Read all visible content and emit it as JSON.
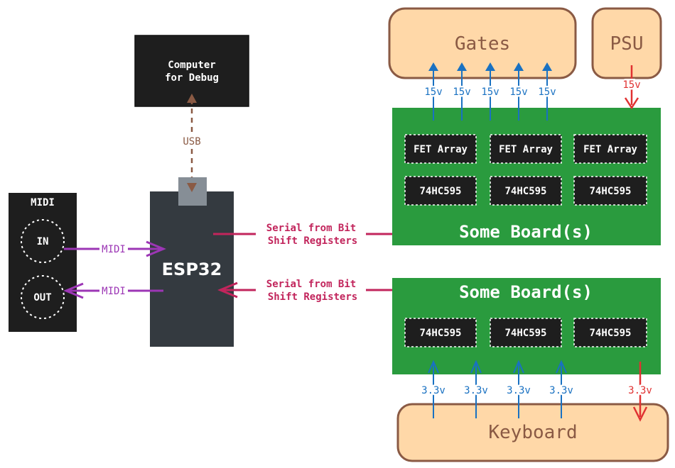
{
  "colors": {
    "board_green": "#2a9b3e",
    "chip_dark": "#1e1e1e",
    "esp_body": "#343a40",
    "usb_connector": "#868e96",
    "midi_box": "#1e1e1e",
    "peach_fill": "#ffd8a8",
    "peach_stroke": "#8a5a44",
    "usb_line": "#8a5a44",
    "midi_line": "#9c36b5",
    "serial_line": "#c2255c",
    "low_volt_line": "#1971c2",
    "supply_line": "#e03131"
  },
  "computer": {
    "label_line1": "Computer",
    "label_line2": "for Debug"
  },
  "usb": {
    "label": "USB"
  },
  "esp32": {
    "label": "ESP32"
  },
  "midi_box": {
    "title": "MIDI",
    "in_label": "IN",
    "out_label": "OUT"
  },
  "midi_links": {
    "in_label": "MIDI",
    "out_label": "MIDI"
  },
  "serial_links": {
    "top_line1": "Serial from Bit",
    "top_line2": "Shift Registers",
    "bottom_line1": "Serial from Bit",
    "bottom_line2": "Shift Registers"
  },
  "gates": {
    "label": "Gates"
  },
  "psu": {
    "label": "PSU"
  },
  "keyboard": {
    "label": "Keyboard"
  },
  "top_board": {
    "label": "Some Board(s)",
    "fet_chips": [
      "FET Array",
      "FET Array",
      "FET Array"
    ],
    "shift_chips": [
      "74HC595",
      "74HC595",
      "74HC595"
    ]
  },
  "bottom_board": {
    "label": "Some Board(s)",
    "shift_chips": [
      "74HC595",
      "74HC595",
      "74HC595"
    ]
  },
  "gate_voltages": [
    "15v",
    "15v",
    "15v",
    "15v",
    "15v"
  ],
  "psu_voltage": "15v",
  "keyboard_voltages": [
    "3.3v",
    "3.3v",
    "3.3v",
    "3.3v"
  ],
  "keyboard_supply_voltage": "3.3v"
}
